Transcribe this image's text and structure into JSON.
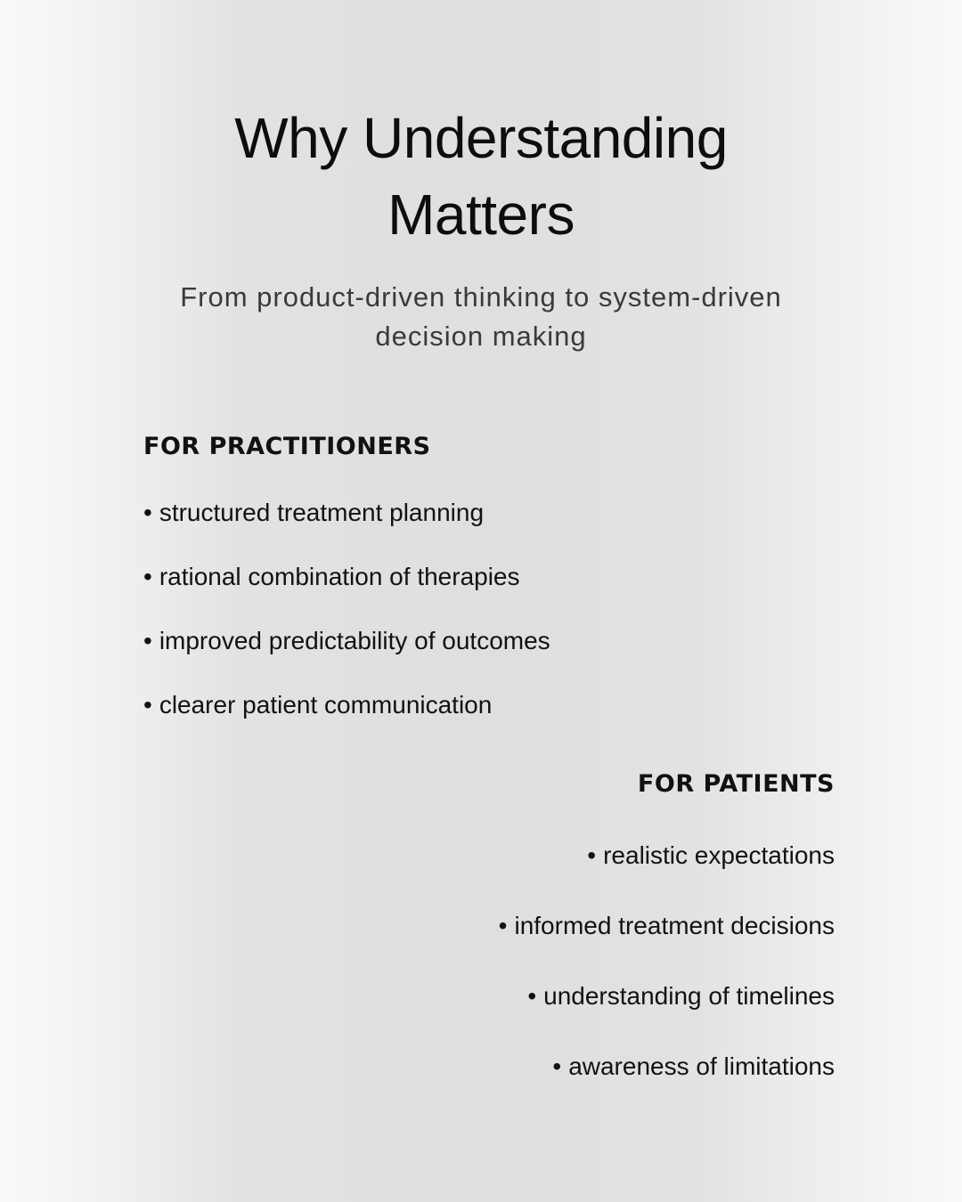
{
  "header": {
    "title_line1": "Why Understanding",
    "title_line2": "Matters",
    "subtitle_line1": "From product-driven thinking to system-driven",
    "subtitle_line2": "decision making"
  },
  "practitioners": {
    "heading": "FOR PRACTITIONERS",
    "bullet": "•",
    "items": [
      "structured treatment planning",
      "rational combination of therapies",
      "improved predictability of outcomes",
      "clearer patient communication"
    ]
  },
  "patients": {
    "heading": "FOR PATIENTS",
    "bullet": "•",
    "items": [
      "realistic expectations",
      "informed treatment decisions",
      "understanding of timelines",
      "awareness of limitations"
    ]
  }
}
